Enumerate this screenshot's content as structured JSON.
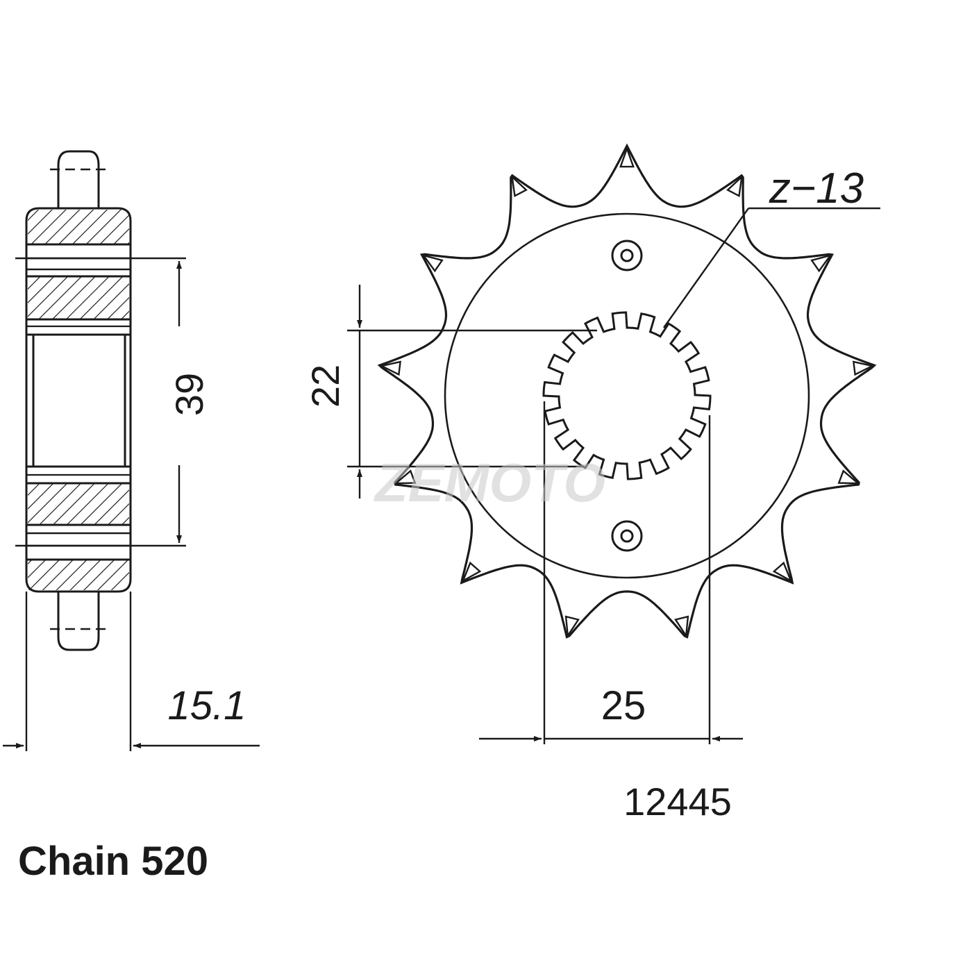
{
  "drawing": {
    "part_number": "12445",
    "chain_label": "Chain 520",
    "teeth_label": "z−13",
    "teeth_count": 13,
    "dimensions": {
      "hub_diameter": "39",
      "width": "15.1",
      "spline_inner": "22",
      "spline_outer": "25"
    },
    "watermark": "ZEMOTO"
  },
  "colors": {
    "ink": "#1a1a1a",
    "background": "#ffffff"
  }
}
